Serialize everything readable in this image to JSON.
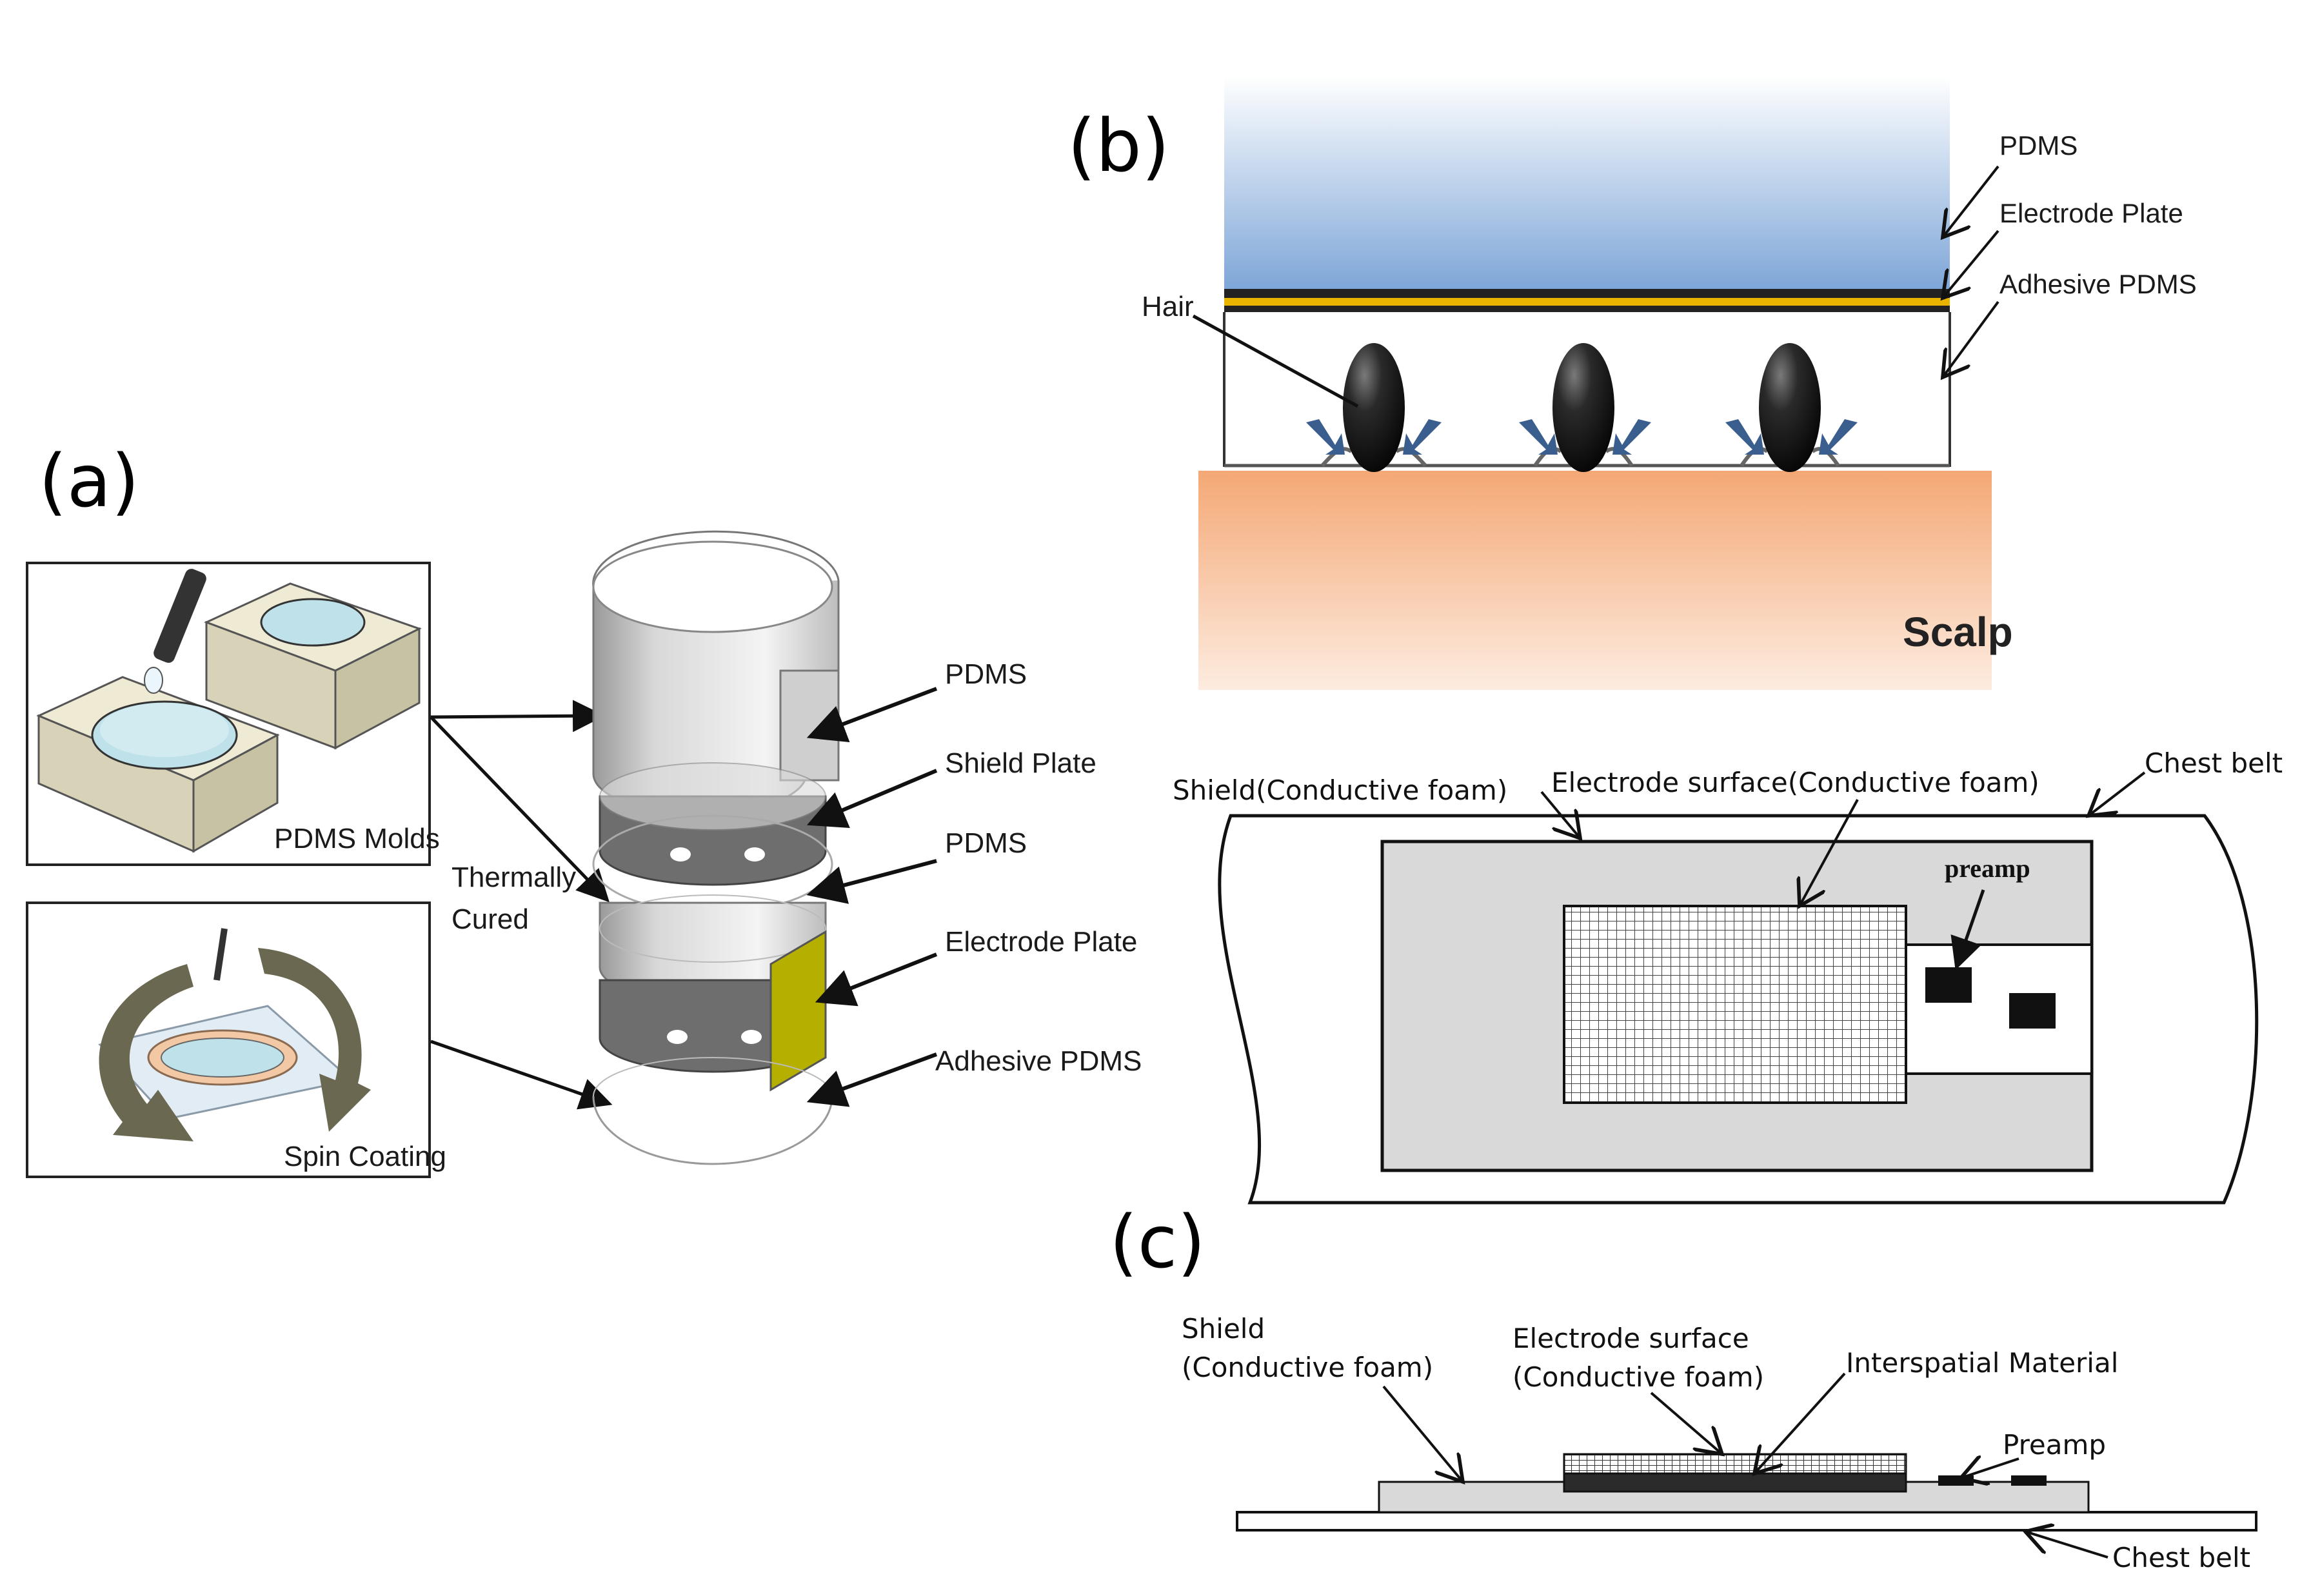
{
  "panels": {
    "a": {
      "letter": "(a)",
      "molds_caption": "PDMS Molds",
      "spin_caption": "Spin Coating",
      "process_label_1": "Thermally",
      "process_label_2": "Cured",
      "layers": [
        "PDMS",
        "Shield Plate",
        "PDMS",
        "Electrode Plate",
        "Adhesive PDMS"
      ]
    },
    "b": {
      "letter": "(b)",
      "layers": [
        "PDMS",
        "Electrode Plate",
        "Adhesive PDMS"
      ],
      "hair_label": "Hair",
      "scalp_label": "Scalp"
    },
    "c": {
      "letter": "(c)",
      "top": {
        "shield_label": "Shield(Conductive foam)",
        "electrode_label": "Electrode surface(Conductive foam)",
        "belt_label": "Chest belt",
        "preamp_label": "preamp"
      },
      "side": {
        "shield_line1": "Shield",
        "shield_line2": "(Conductive foam)",
        "electrode_line1": "Electrode surface",
        "electrode_line2": "(Conductive foam)",
        "interspatial_label": "Interspatial Material",
        "preamp_label": "Preamp",
        "belt_label": "Chest belt"
      }
    }
  },
  "colors": {
    "pdms_gradient_top": "#ffffff",
    "pdms_gradient_bottom": "#7ea6d8",
    "electrode_gold": "#e8b400",
    "hair": "#1c1c1c",
    "scalp_top": "#f4a875",
    "scalp_bottom": "#fde6d4",
    "shield_gray": "#d9d9d9",
    "electrode_plate_olive": "#b5b000",
    "disk_gray": "#6e6e6e",
    "mold_tan": "#e8e4cc",
    "mold_liquid": "#bfe1ea",
    "arrow_blue": "#3a5f8e"
  }
}
